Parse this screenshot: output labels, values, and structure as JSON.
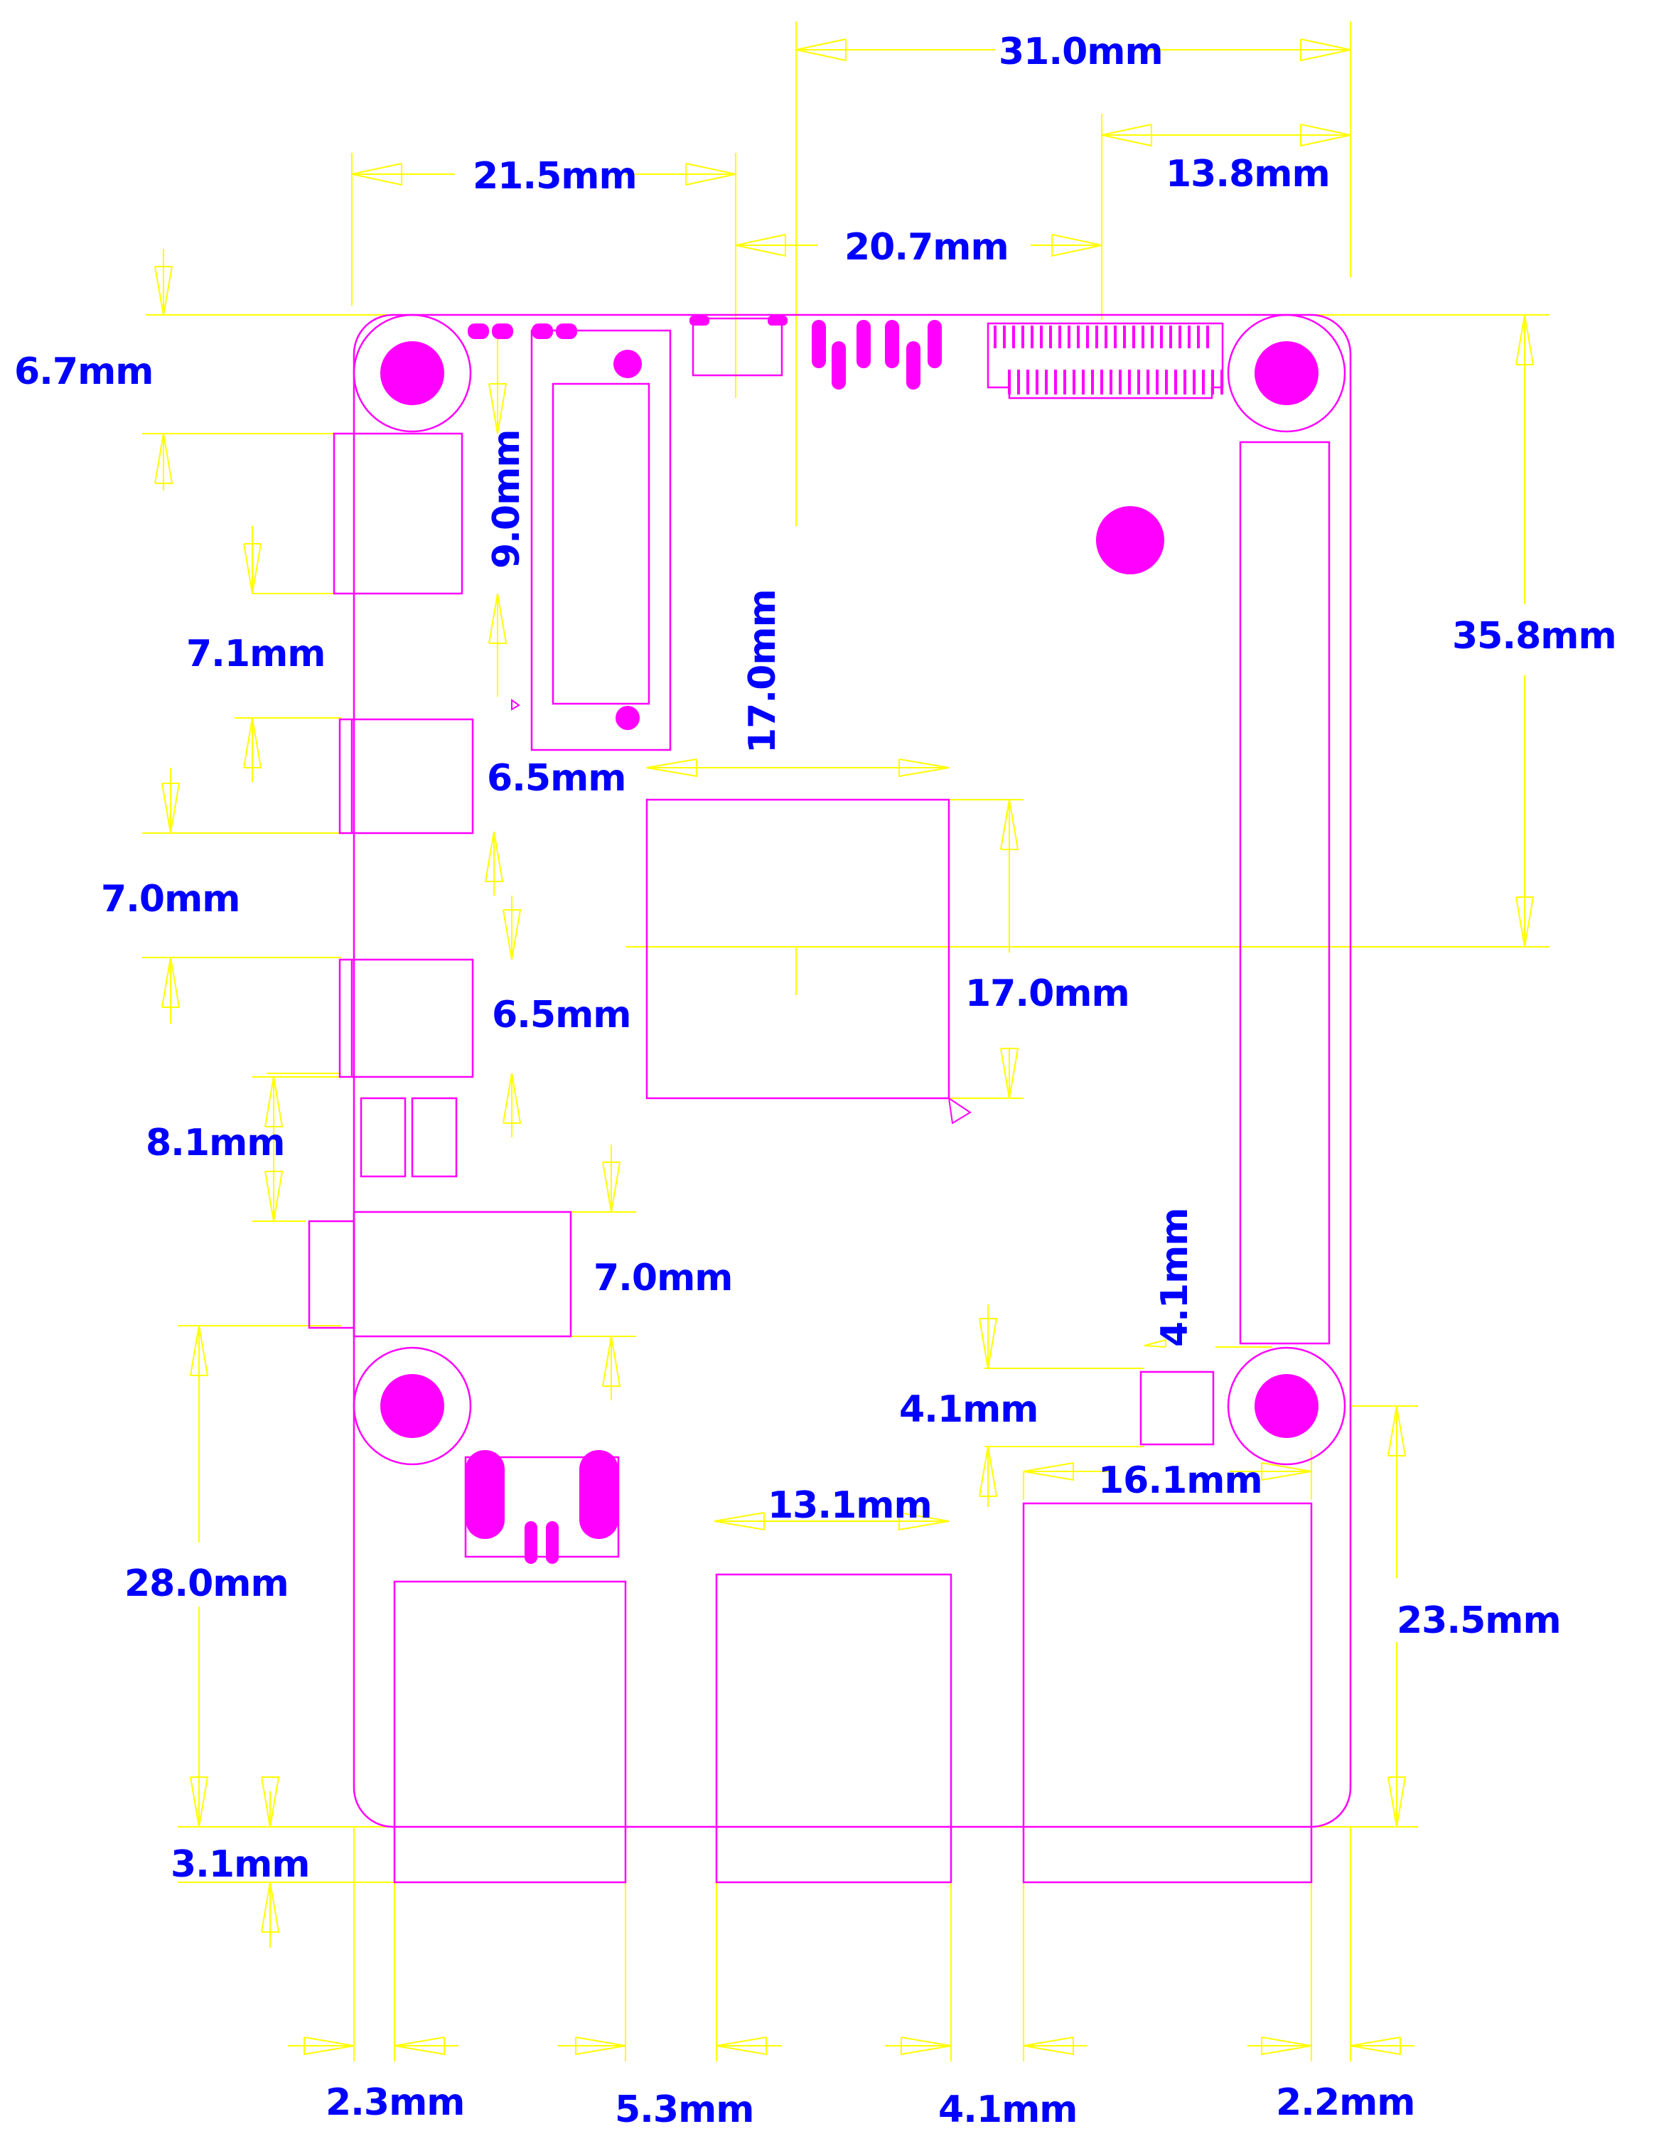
{
  "colors": {
    "background": "#ffffff",
    "dimension_lines": "#ffff00",
    "outline": "#ff00ff",
    "pad_fill": "#ff00ff",
    "label_text": "#0000ff"
  },
  "dimensions": {
    "d_31_0": "31.0mm",
    "d_13_8": "13.8mm",
    "d_21_5": "21.5mm",
    "d_20_7": "20.7mm",
    "d_6_7": "6.7mm",
    "d_9_0": "9.0mm",
    "d_35_8": "35.8mm",
    "d_7_1": "7.1mm",
    "d_17_0_v": "17.0mm",
    "d_6_5_a": "6.5mm",
    "d_7_0_l": "7.0mm",
    "d_6_5_b": "6.5mm",
    "d_17_0_h": "17.0mm",
    "d_8_1": "8.1mm",
    "d_7_0_m": "7.0mm",
    "d_4_1_v": "4.1mm",
    "d_4_1_h": "4.1mm",
    "d_16_1": "16.1mm",
    "d_13_1": "13.1mm",
    "d_28_0": "28.0mm",
    "d_23_5": "23.5mm",
    "d_3_1": "3.1mm",
    "d_2_3": "2.3mm",
    "d_5_3": "5.3mm",
    "d_4_1_b": "4.1mm",
    "d_2_2": "2.2mm"
  }
}
